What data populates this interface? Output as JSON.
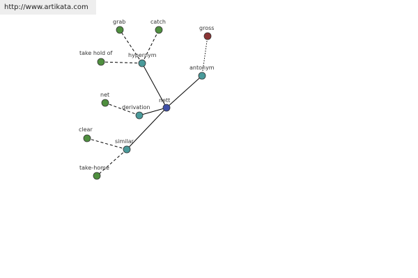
{
  "banner": {
    "url": "http://www.artikata.com"
  },
  "colors": {
    "center": "#3f4fa6",
    "relation": "#4a9a9a",
    "word": "#4f8f3f",
    "antonym_word": "#8b3535",
    "stroke": "#333333",
    "edge": "#000000"
  },
  "graph": {
    "nodes": [
      {
        "id": "nett",
        "label": "nett",
        "kind": "center"
      },
      {
        "id": "hypernym",
        "label": "hypernym",
        "kind": "relation"
      },
      {
        "id": "antonym",
        "label": "antonym",
        "kind": "relation"
      },
      {
        "id": "derivation",
        "label": "derivation",
        "kind": "relation"
      },
      {
        "id": "similar",
        "label": "similar",
        "kind": "relation"
      },
      {
        "id": "grab",
        "label": "grab",
        "kind": "word"
      },
      {
        "id": "catch",
        "label": "catch",
        "kind": "word"
      },
      {
        "id": "take-hold-of",
        "label": "take hold of",
        "kind": "word"
      },
      {
        "id": "gross",
        "label": "gross",
        "kind": "antonym_word"
      },
      {
        "id": "net",
        "label": "net",
        "kind": "word"
      },
      {
        "id": "clear",
        "label": "clear",
        "kind": "word"
      },
      {
        "id": "take-home",
        "label": "take-home",
        "kind": "word"
      }
    ],
    "edges": [
      {
        "from": "nett",
        "to": "hypernym",
        "style": "solid"
      },
      {
        "from": "nett",
        "to": "antonym",
        "style": "solid"
      },
      {
        "from": "nett",
        "to": "derivation",
        "style": "solid"
      },
      {
        "from": "nett",
        "to": "similar",
        "style": "solid"
      },
      {
        "from": "hypernym",
        "to": "grab",
        "style": "dashed"
      },
      {
        "from": "hypernym",
        "to": "catch",
        "style": "dashed"
      },
      {
        "from": "hypernym",
        "to": "take-hold-of",
        "style": "dashed"
      },
      {
        "from": "antonym",
        "to": "gross",
        "style": "dotted"
      },
      {
        "from": "derivation",
        "to": "net",
        "style": "dashed"
      },
      {
        "from": "similar",
        "to": "clear",
        "style": "dashed"
      },
      {
        "from": "similar",
        "to": "take-home",
        "style": "dashed"
      }
    ]
  }
}
